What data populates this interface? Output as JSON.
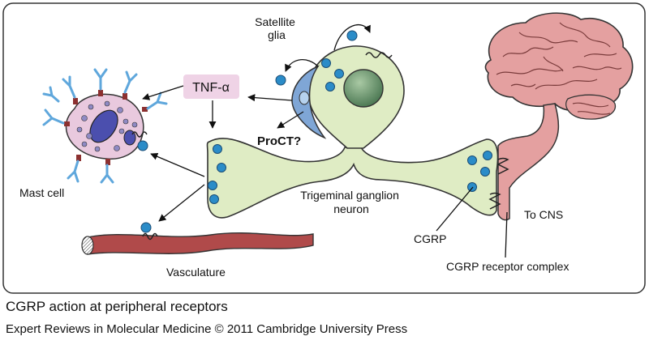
{
  "labels": {
    "satellite_glia": [
      "Satellite",
      "glia"
    ],
    "tnf": "TNF-α",
    "proct": "ProCT?",
    "mast_cell": "Mast cell",
    "neuron": [
      "Trigeminal ganglion",
      "neuron"
    ],
    "cgrp": "CGRP",
    "to_cns": "To CNS",
    "receptor_complex": "CGRP receptor complex",
    "vasculature": "Vasculature"
  },
  "caption": "CGRP action at peripheral receptors",
  "credit": "Expert Reviews in Molecular Medicine © 2011 Cambridge University Press",
  "colors": {
    "neuron_fill": "#dfecc4",
    "nucleus": "#5e8a62",
    "cgrp_dot": "#2b8cc8",
    "glia_fill": "#7fa6d6",
    "tnf_box": "#efd3e6",
    "mast_fill": "#e9c9de",
    "vessel": "#b04a4a",
    "brain": "#e4a0a0",
    "antibody": "#5fa7dc",
    "border": "#333333"
  }
}
